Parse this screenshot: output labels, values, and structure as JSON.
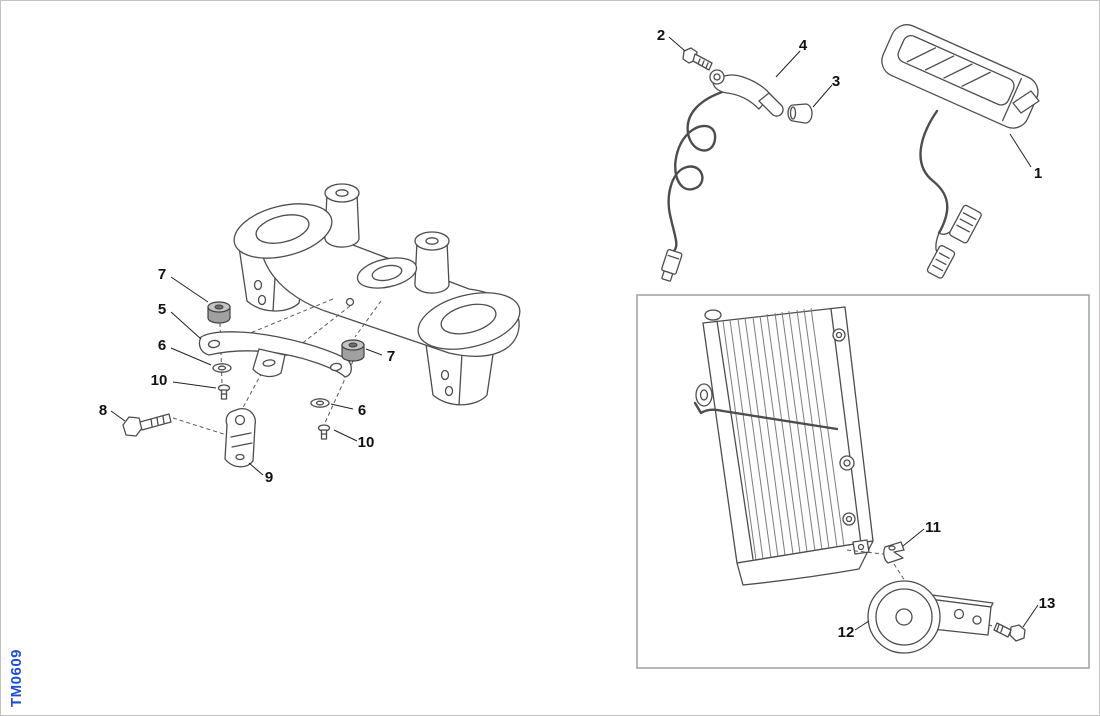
{
  "page": {
    "background": "#ffffff"
  },
  "diagram_code": "TM0609",
  "colors": {
    "line": "#4d4d4d",
    "label": "#111111",
    "code_blue": "#1d4fd0",
    "frame_gray": "#9aa0a6"
  },
  "labels": {
    "l1": "1",
    "l2": "2",
    "l3": "3",
    "l4": "4",
    "l5": "5",
    "l6a": "6",
    "l6b": "6",
    "l7a": "7",
    "l7b": "7",
    "l8": "8",
    "l9": "9",
    "l10a": "10",
    "l10b": "10",
    "l11": "11",
    "l12": "12",
    "l13": "13"
  }
}
